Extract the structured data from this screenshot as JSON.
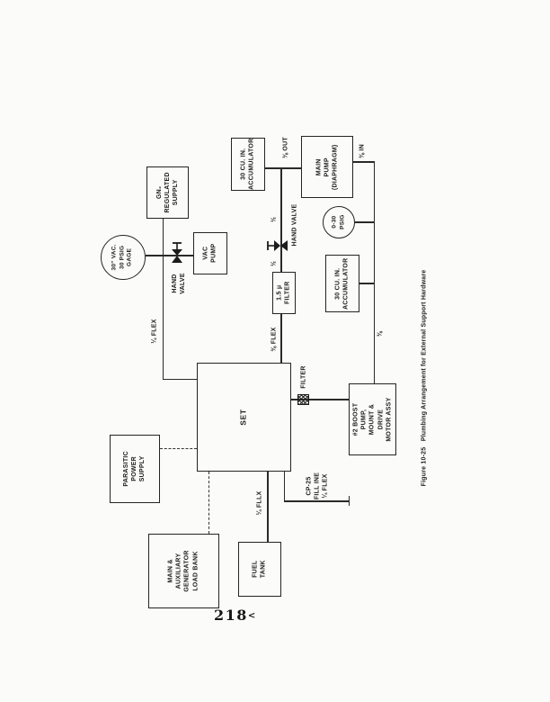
{
  "doc": {
    "type": "scanned-diagram-page",
    "ink_color": "#242424",
    "paper_color": "#fbfbfa",
    "text_rotation_deg": -90
  },
  "boxes": {
    "gn2_supply": "GN₂\nREGULATED\nSUPPLY",
    "accumulator_top": "30 CU. IN.\nACCUMULATOR",
    "main_pump": "MAIN\nPUMP\n(DIAPHRAGM)",
    "vac_pump": "VAC\nPUMP",
    "accumulator_right": "30 CU. IN.\nACCUMULATOR",
    "micron_filter": "1.5 μ\nFILTER",
    "set": "SET",
    "boost_pump": "#2 BOOST PUMP,\nMOUNT & DRIVE\nMOTOR ASSY",
    "parasitic_supply": "PARASITIC\nPOWER\nSUPPLY",
    "load_bank": "MAIN &\nAUXILIARY\nGENERATOR\nLOAD BANK",
    "fuel_tank": "FUEL\nTANK"
  },
  "circles": {
    "vac_gage": "30\" VAC.\n30 PSIG\nGAGE",
    "psig_gage": "0-30\nPSIG"
  },
  "labels": {
    "out_line": "⅜ OUT",
    "in_line": "⅜ IN",
    "hand_valve_mid": "HAND VALVE",
    "hand_valve_left": "HAND\nVALVE",
    "half_above_valve": "½",
    "half_below_valve": "½",
    "quarter_flex_left": "¼ FLEX",
    "three_eighths_flex": "⅜ FLEX",
    "three_eighths_right": "⅜",
    "filter_inline": "FILTER",
    "fill_line": "CP-25\nFILL INE\n¼ FLEX",
    "quarter_fllx": "¼ FLLX"
  },
  "footer": {
    "caption": "Figure 10-25   Plumbing Arrangement for External Support Hardware",
    "page_number": "218",
    "page_mark": "<"
  }
}
